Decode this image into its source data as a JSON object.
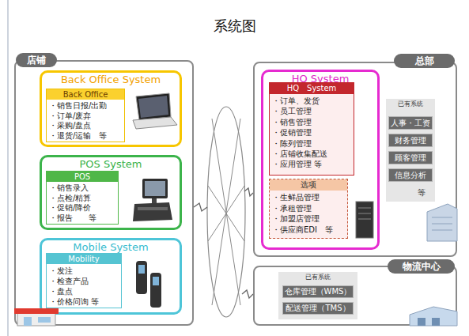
{
  "diagram": {
    "title": "系统图",
    "nodes": [
      {
        "text": [
          "店铺"
        ]
      },
      {
        "text": [
          "Back Office System"
        ],
        "in": 0
      },
      {
        "text": [
          "Back Office",
          "・销售日报/出勤",
          "・订单/废弃",
          "・采购/盘点",
          "・退货/运输　等"
        ],
        "in": 1
      },
      {
        "text": [
          "POS System"
        ],
        "in": 0
      },
      {
        "text": [
          "POS",
          "・销售录入",
          "・点检/精算",
          "・促销/降价",
          "・报告　　等"
        ],
        "in": 3
      },
      {
        "text": [
          "Mobile System"
        ],
        "in": 0
      },
      {
        "text": [
          "Mobility",
          "・发注",
          "・检查产品",
          "・盘点",
          "・价格问询 等"
        ],
        "in": 5
      },
      {
        "text": [
          "总部"
        ]
      },
      {
        "text": [
          "HQ System"
        ],
        "in": 7
      },
      {
        "text": [
          "HQ　System",
          "・订单、发货",
          "・员工管理",
          "・销售管理",
          "・促销管理",
          "・陈列管理",
          "・店铺收集配送",
          "・应用管理 等"
        ],
        "in": 8
      },
      {
        "text": [
          "选项",
          "・生鲜品管理",
          "・承租管理",
          "・加盟店管理",
          "・供应商EDI　等"
        ],
        "in": 8
      },
      {
        "text": [
          "已有系统",
          "等"
        ],
        "in": 7
      },
      {
        "text": [
          "人事・工资"
        ],
        "in": 11
      },
      {
        "text": [
          "财务管理"
        ],
        "in": 11
      },
      {
        "text": [
          "顾客管理"
        ],
        "in": 11
      },
      {
        "text": [
          "信息分析"
        ],
        "in": 11
      },
      {
        "text": [
          "物流中心"
        ]
      },
      {
        "text": [
          "已有系统"
        ],
        "in": 16
      },
      {
        "text": [
          "仓库管理（WMS）"
        ],
        "in": 17
      },
      {
        "text": [
          "配送管理（TMS）"
        ],
        "in": 17
      }
    ]
  }
}
